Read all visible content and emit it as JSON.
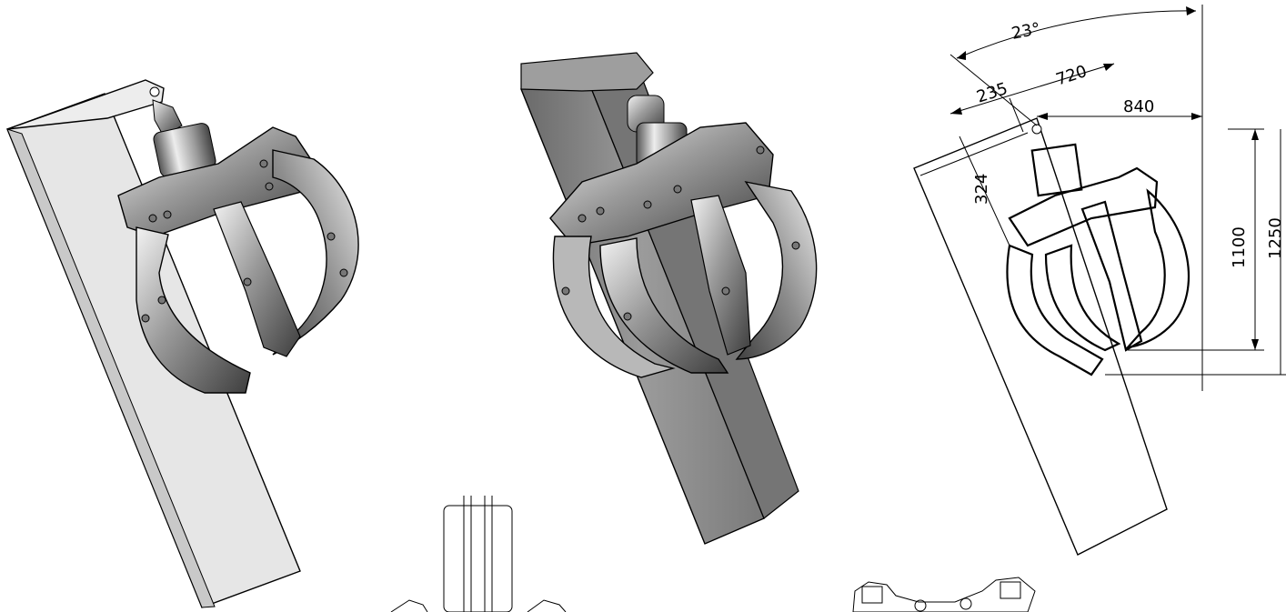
{
  "drawing": {
    "colors": {
      "line": "#000000",
      "beam_light": "#e8e8e8",
      "beam_dark": "#8a8a8a",
      "metal_mid": "#9c9c9c",
      "metal_dark": "#4a4a4a"
    },
    "dimensions": {
      "angle": "23°",
      "d235": "235",
      "d720": "720",
      "d840": "840",
      "d324": "324",
      "d1100": "1100",
      "d1250": "1250"
    }
  }
}
